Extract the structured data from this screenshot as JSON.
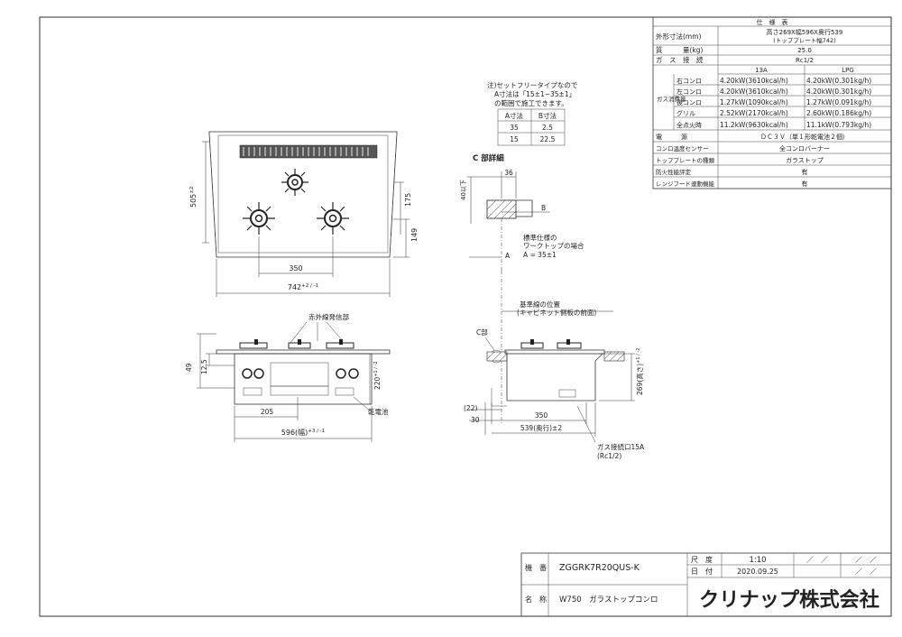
{
  "spec_table": {
    "title": "仕　様　表",
    "rows": [
      {
        "label": "外形寸法(mm)",
        "value": "高さ269X幅596X奥行539",
        "value2": "(トップブレート幅742)"
      },
      {
        "label": "質　　　量(kg)",
        "value": "25.0"
      },
      {
        "label": "ガ　ス　接　続",
        "value": "Rc1/2"
      }
    ],
    "gas_label": "ガス消費量",
    "gas_col_13a": "13A",
    "gas_col_lpg": "LPG",
    "gas_rows": [
      {
        "name": "右コンロ",
        "a13": "4.20kW(3610kcal/h)",
        "lpg": "4.20kW(0.301kg/h)"
      },
      {
        "name": "左コンロ",
        "a13": "4.20kW(3610kcal/h)",
        "lpg": "4.20kW(0.301kg/h)"
      },
      {
        "name": "後コンロ",
        "a13": "1.27kW(1090kcal/h)",
        "lpg": "1.27kW(0.091kg/h)"
      },
      {
        "name": "グリル",
        "a13": "2.52kW(2170kcal/h)",
        "lpg": "2.60kW(0.186kg/h)"
      },
      {
        "name": "全点火時",
        "a13": "11.2kW(9630kcal/h)",
        "lpg": "11.1kW(0.793kg/h)"
      }
    ],
    "rows2": [
      {
        "label": "電　　　源",
        "value": "ＤＣ３Ｖ（単１形乾電池２個）"
      },
      {
        "label": "コンロ温度センサー",
        "value": "全コンロバーナー"
      },
      {
        "label": "トッププレートの種類",
        "value": "ガラストップ"
      },
      {
        "label": "防火性能評定",
        "value": "有"
      },
      {
        "label": "レンジフード連動機能",
        "value": "有"
      }
    ]
  },
  "note": {
    "lines": [
      "注)セットフリータイプなので",
      "A寸法は「15±1~35±1」",
      "の範囲で施工できます。"
    ],
    "col_a": "A寸法",
    "col_b": "B寸法",
    "rows": [
      {
        "a": "35",
        "b": "2.5"
      },
      {
        "a": "15",
        "b": "22.5"
      }
    ]
  },
  "top_view": {
    "dim_depth": "505",
    "dim_depth_tol": "±2",
    "dim_175": "175",
    "dim_149": "149",
    "dim_350": "350",
    "dim_742": "742",
    "dim_742_tol": "+2 / -1"
  },
  "detail_c": {
    "title": "C 部詳細",
    "dim_36": "36",
    "dim_40": "40以下",
    "label_b": "B",
    "label_a": "A",
    "std_note": [
      "標準仕様の",
      "ワークトップの場合",
      "A = 35±1"
    ]
  },
  "front_view": {
    "ir_label": "赤外線発信部",
    "dim_49": "49",
    "dim_125": "12.5",
    "dim_220": "220",
    "dim_220_tol": "+1 / -2",
    "dim_205": "205",
    "dim_596": "596(幅)",
    "dim_596_tol": "+3 / -1",
    "battery_label": "乾電池"
  },
  "side_view": {
    "ref_line": [
      "基準線の位置",
      "(キャビネット側板の前面)"
    ],
    "c_label": "C部",
    "dim_269": "269(高さ)",
    "dim_269_tol": "+1 / -2",
    "dim_22": "(22)",
    "dim_30": "30",
    "dim_350": "350",
    "dim_539": "539(奥行)±2",
    "gas_label": [
      "ガス接続口15A",
      "(Rc1/2)"
    ]
  },
  "title_block": {
    "model_label": "機　番",
    "model": "ZGGRK7R20QUS-K",
    "name_label": "名　称",
    "name": "W750　ガラストップコンロ",
    "scale_label": "尺　度",
    "scale": "1:10",
    "date_label": "日　付",
    "date": "2020.09.25",
    "slash1": "／　／",
    "slash2": "／　／",
    "slash3": "／　／",
    "company": "クリナップ株式会社"
  }
}
